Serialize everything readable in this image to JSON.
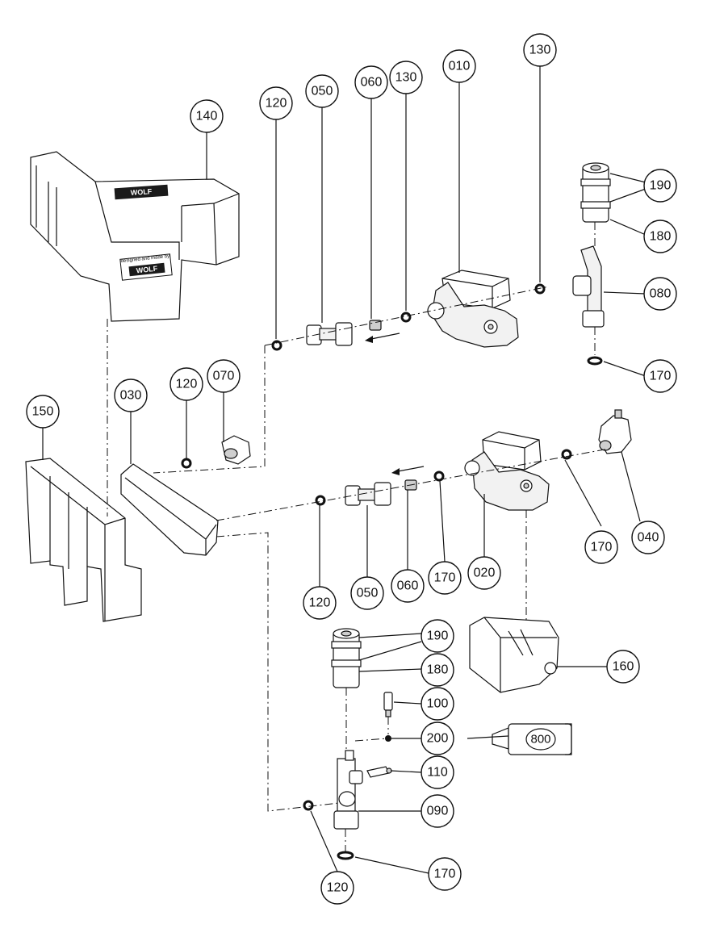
{
  "callouts": [
    {
      "id": "c140",
      "text": "140"
    },
    {
      "id": "c120a",
      "text": "120"
    },
    {
      "id": "c050a",
      "text": "050"
    },
    {
      "id": "c060a",
      "text": "060"
    },
    {
      "id": "c130a",
      "text": "130"
    },
    {
      "id": "c010",
      "text": "010"
    },
    {
      "id": "c130b",
      "text": "130"
    },
    {
      "id": "c190a",
      "text": "190"
    },
    {
      "id": "c180a",
      "text": "180"
    },
    {
      "id": "c080",
      "text": "080"
    },
    {
      "id": "c170a",
      "text": "170"
    },
    {
      "id": "c150",
      "text": "150"
    },
    {
      "id": "c030",
      "text": "030"
    },
    {
      "id": "c120b",
      "text": "120"
    },
    {
      "id": "c070",
      "text": "070"
    },
    {
      "id": "c170b",
      "text": "170"
    },
    {
      "id": "c040",
      "text": "040"
    },
    {
      "id": "c120c",
      "text": "120"
    },
    {
      "id": "c050b",
      "text": "050"
    },
    {
      "id": "c060b",
      "text": "060"
    },
    {
      "id": "c170c",
      "text": "170"
    },
    {
      "id": "c020",
      "text": "020"
    },
    {
      "id": "c190b",
      "text": "190"
    },
    {
      "id": "c180b",
      "text": "180"
    },
    {
      "id": "c160",
      "text": "160"
    },
    {
      "id": "c100",
      "text": "100"
    },
    {
      "id": "c200",
      "text": "200"
    },
    {
      "id": "c110",
      "text": "110"
    },
    {
      "id": "c090",
      "text": "090"
    },
    {
      "id": "c170d",
      "text": "170"
    },
    {
      "id": "c120d",
      "text": "120"
    }
  ],
  "labels": {
    "brand_logo": "WOLF",
    "brand_slogan": "designed and made by",
    "tube_label": "800"
  }
}
